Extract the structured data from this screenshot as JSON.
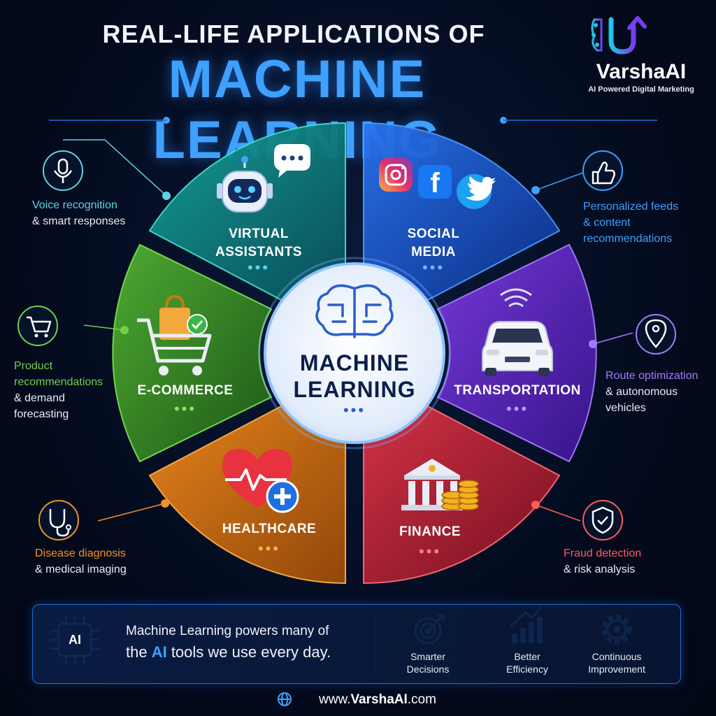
{
  "header": {
    "title_line1": "REAL-LIFE APPLICATIONS OF",
    "title_line2": "MACHINE LEARNING"
  },
  "brand": {
    "name": "VarshaAI",
    "tagline": "AI Powered Digital Marketing"
  },
  "center": {
    "line1": "MACHINE",
    "line2": "LEARNING"
  },
  "segments": {
    "virtual_assistants": {
      "line1": "VIRTUAL",
      "line2": "ASSISTANTS",
      "color": "#1a8f8a"
    },
    "social_media": {
      "line1": "SOCIAL",
      "line2": "MEDIA",
      "color": "#1f63d6"
    },
    "ecommerce": {
      "line1": "E-COMMERCE",
      "color": "#3f9c2a"
    },
    "transportation": {
      "line1": "TRANSPORTATION",
      "color": "#6a2fd0"
    },
    "healthcare": {
      "line1": "HEALTHCARE",
      "color": "#e07a12"
    },
    "finance": {
      "line1": "FINANCE",
      "color": "#c92a3a"
    }
  },
  "dots": "•••",
  "annotations": {
    "voice": {
      "highlight": "Voice recognition",
      "rest": "& smart responses",
      "color": "#5fd3e6"
    },
    "social": {
      "highlight_1": "Personalized feeds",
      "highlight_2": "& content",
      "highlight_3": "recommendations",
      "color": "#3ea0ff"
    },
    "product": {
      "highlight_1": "Product",
      "highlight_2": "recommendations",
      "rest_1": "& demand",
      "rest_2": "forecasting",
      "color": "#6fd04a"
    },
    "route": {
      "highlight": "Route optimization",
      "rest_1": "& autonomous",
      "rest_2": "vehicles",
      "color": "#a07cff"
    },
    "disease": {
      "highlight": "Disease diagnosis",
      "rest": "& medical imaging",
      "color": "#f0902a"
    },
    "fraud": {
      "highlight": "Fraud detection",
      "rest": "& risk analysis",
      "color": "#ff5a5a"
    }
  },
  "social_icons": {
    "facebook": "f"
  },
  "bottom": {
    "ai_chip": "AI",
    "message_line1": "Machine Learning powers many of",
    "message_pre": "the ",
    "message_ai": "AI",
    "message_post": " tools we use every day.",
    "features": [
      {
        "line1": "Smarter",
        "line2": "Decisions",
        "icon": "target-icon"
      },
      {
        "line1": "Better",
        "line2": "Efficiency",
        "icon": "growth-chart-icon"
      },
      {
        "line1": "Continuous",
        "line2": "Improvement",
        "icon": "gear-icon"
      }
    ]
  },
  "website": {
    "prefix": "www.",
    "name": "VarshaAI",
    "suffix": ".com"
  }
}
